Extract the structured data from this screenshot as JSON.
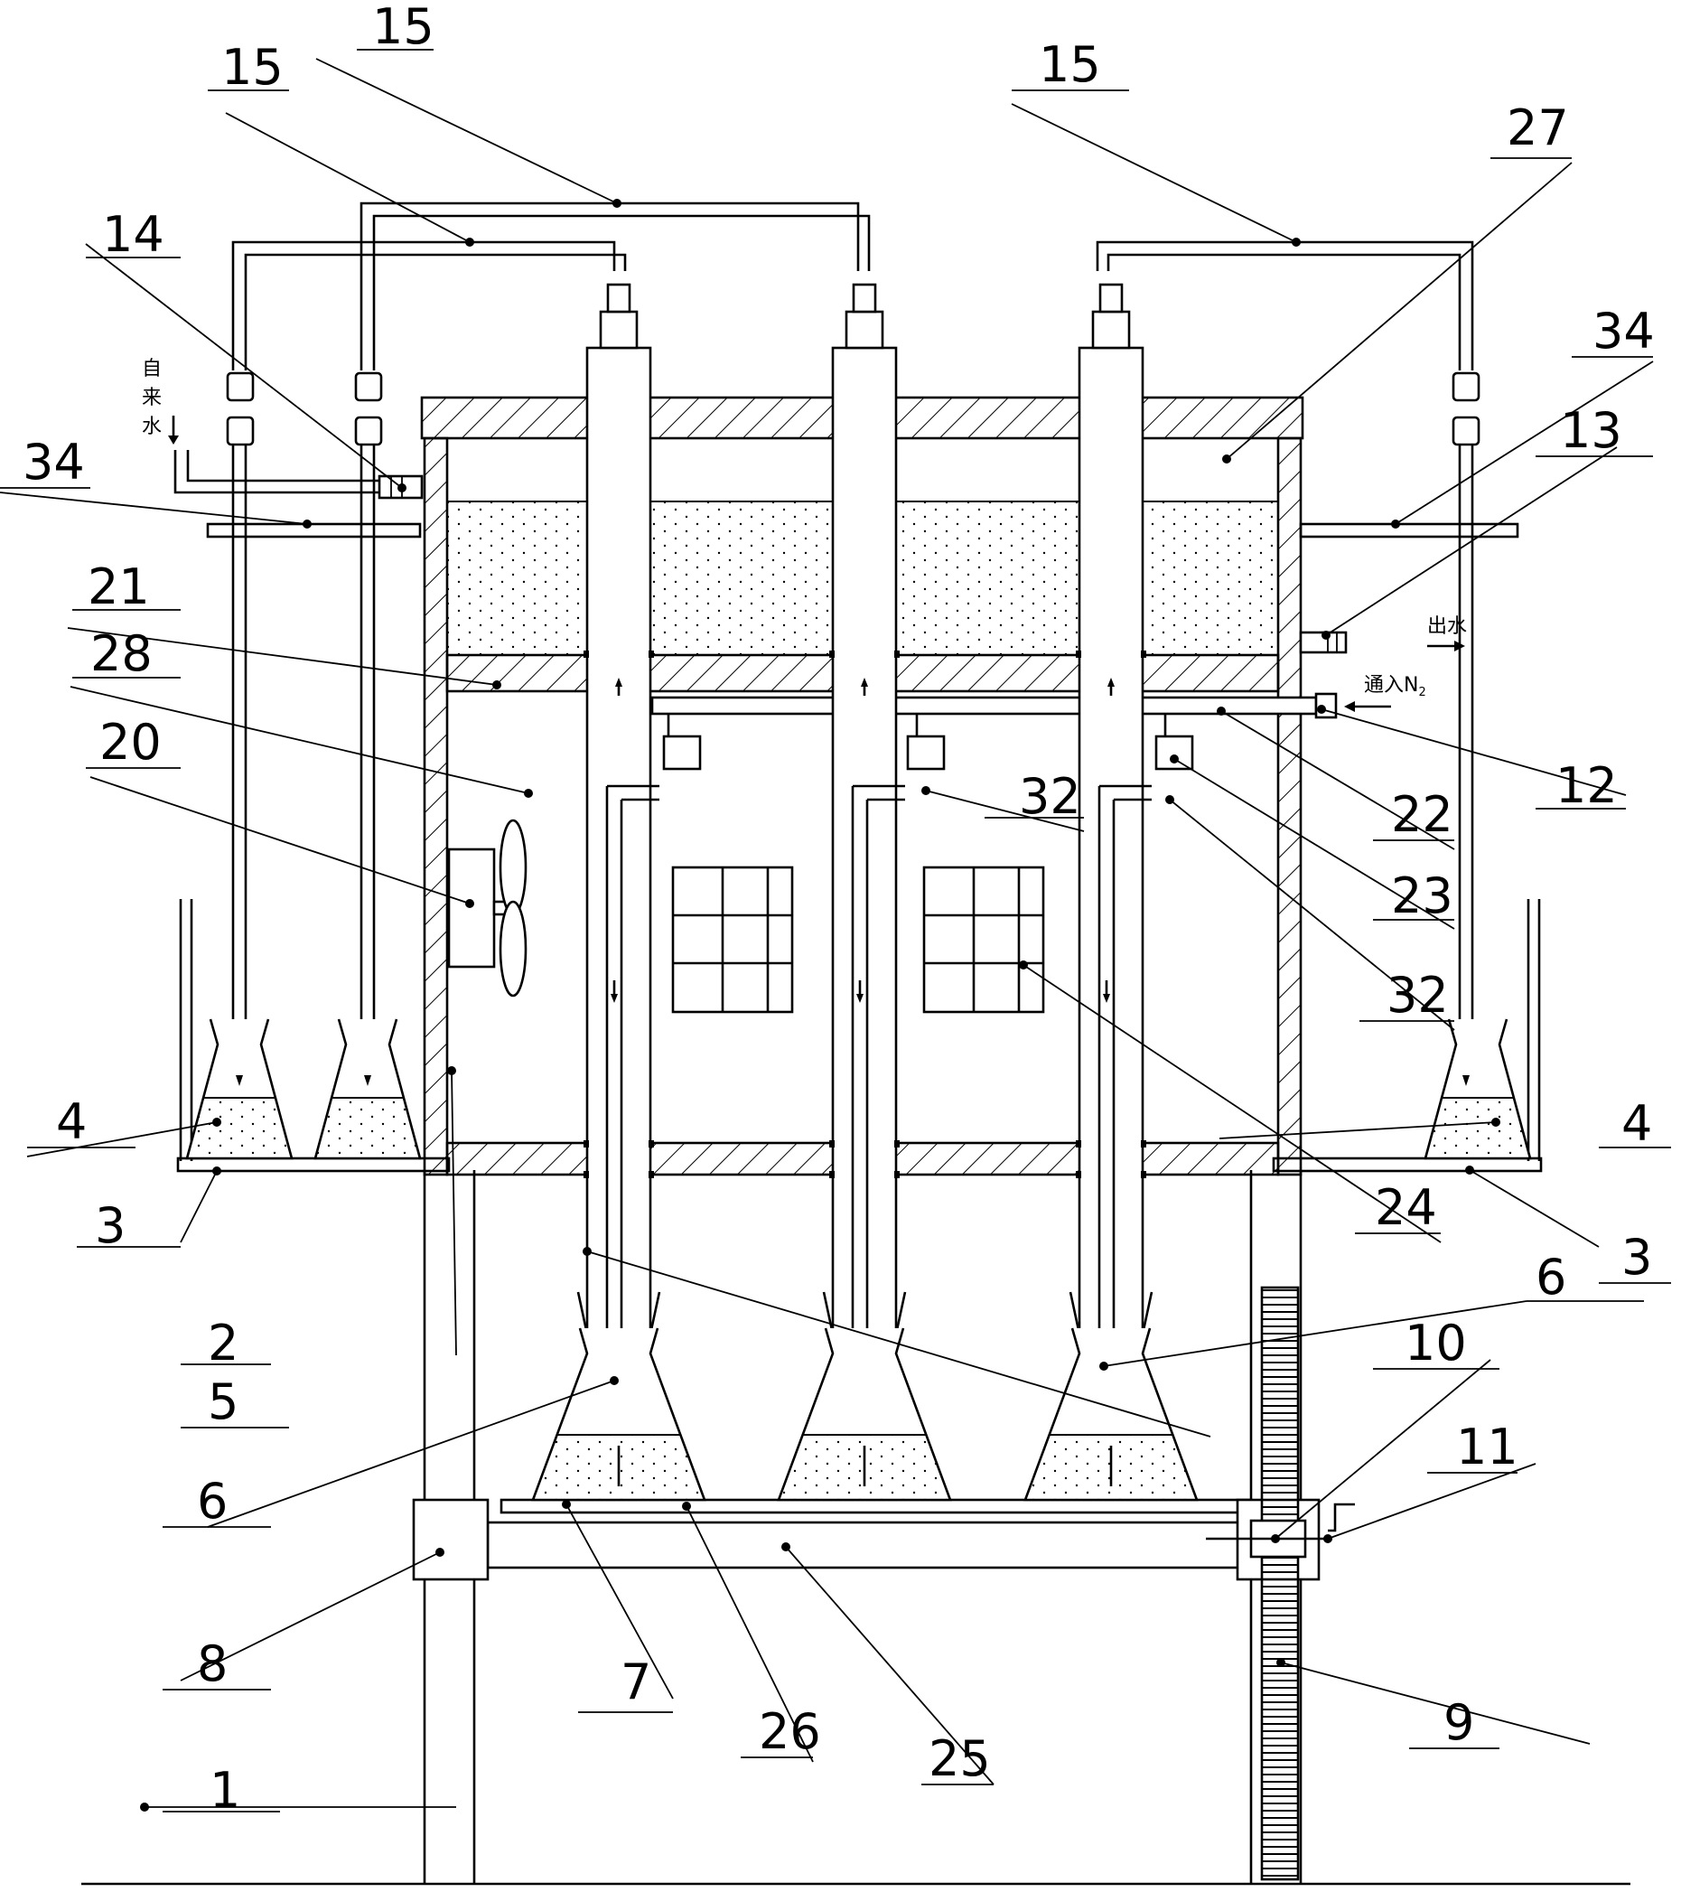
{
  "labels": {
    "l1": "1",
    "l2": "2",
    "l3a": "3",
    "l3b": "3",
    "l4a": "4",
    "l4b": "4",
    "l5": "5",
    "l6a": "6",
    "l6b": "6",
    "l7": "7",
    "l8": "8",
    "l9": "9",
    "l10": "10",
    "l11": "11",
    "l12": "12",
    "l13": "13",
    "l14": "14",
    "l15a": "15",
    "l15b": "15",
    "l15c": "15",
    "l20": "20",
    "l21": "21",
    "l22": "22",
    "l23": "23",
    "l24": "24",
    "l25": "25",
    "l26": "26",
    "l27": "27",
    "l28": "28",
    "l32a": "32",
    "l32b": "32",
    "l34a": "34",
    "l34b": "34"
  },
  "annotations": {
    "tap_water_1": "自",
    "tap_water_2": "来",
    "tap_water_3": "水",
    "outlet": "出水",
    "n2_inlet_prefix": "通入N",
    "n2_sub": "2"
  }
}
